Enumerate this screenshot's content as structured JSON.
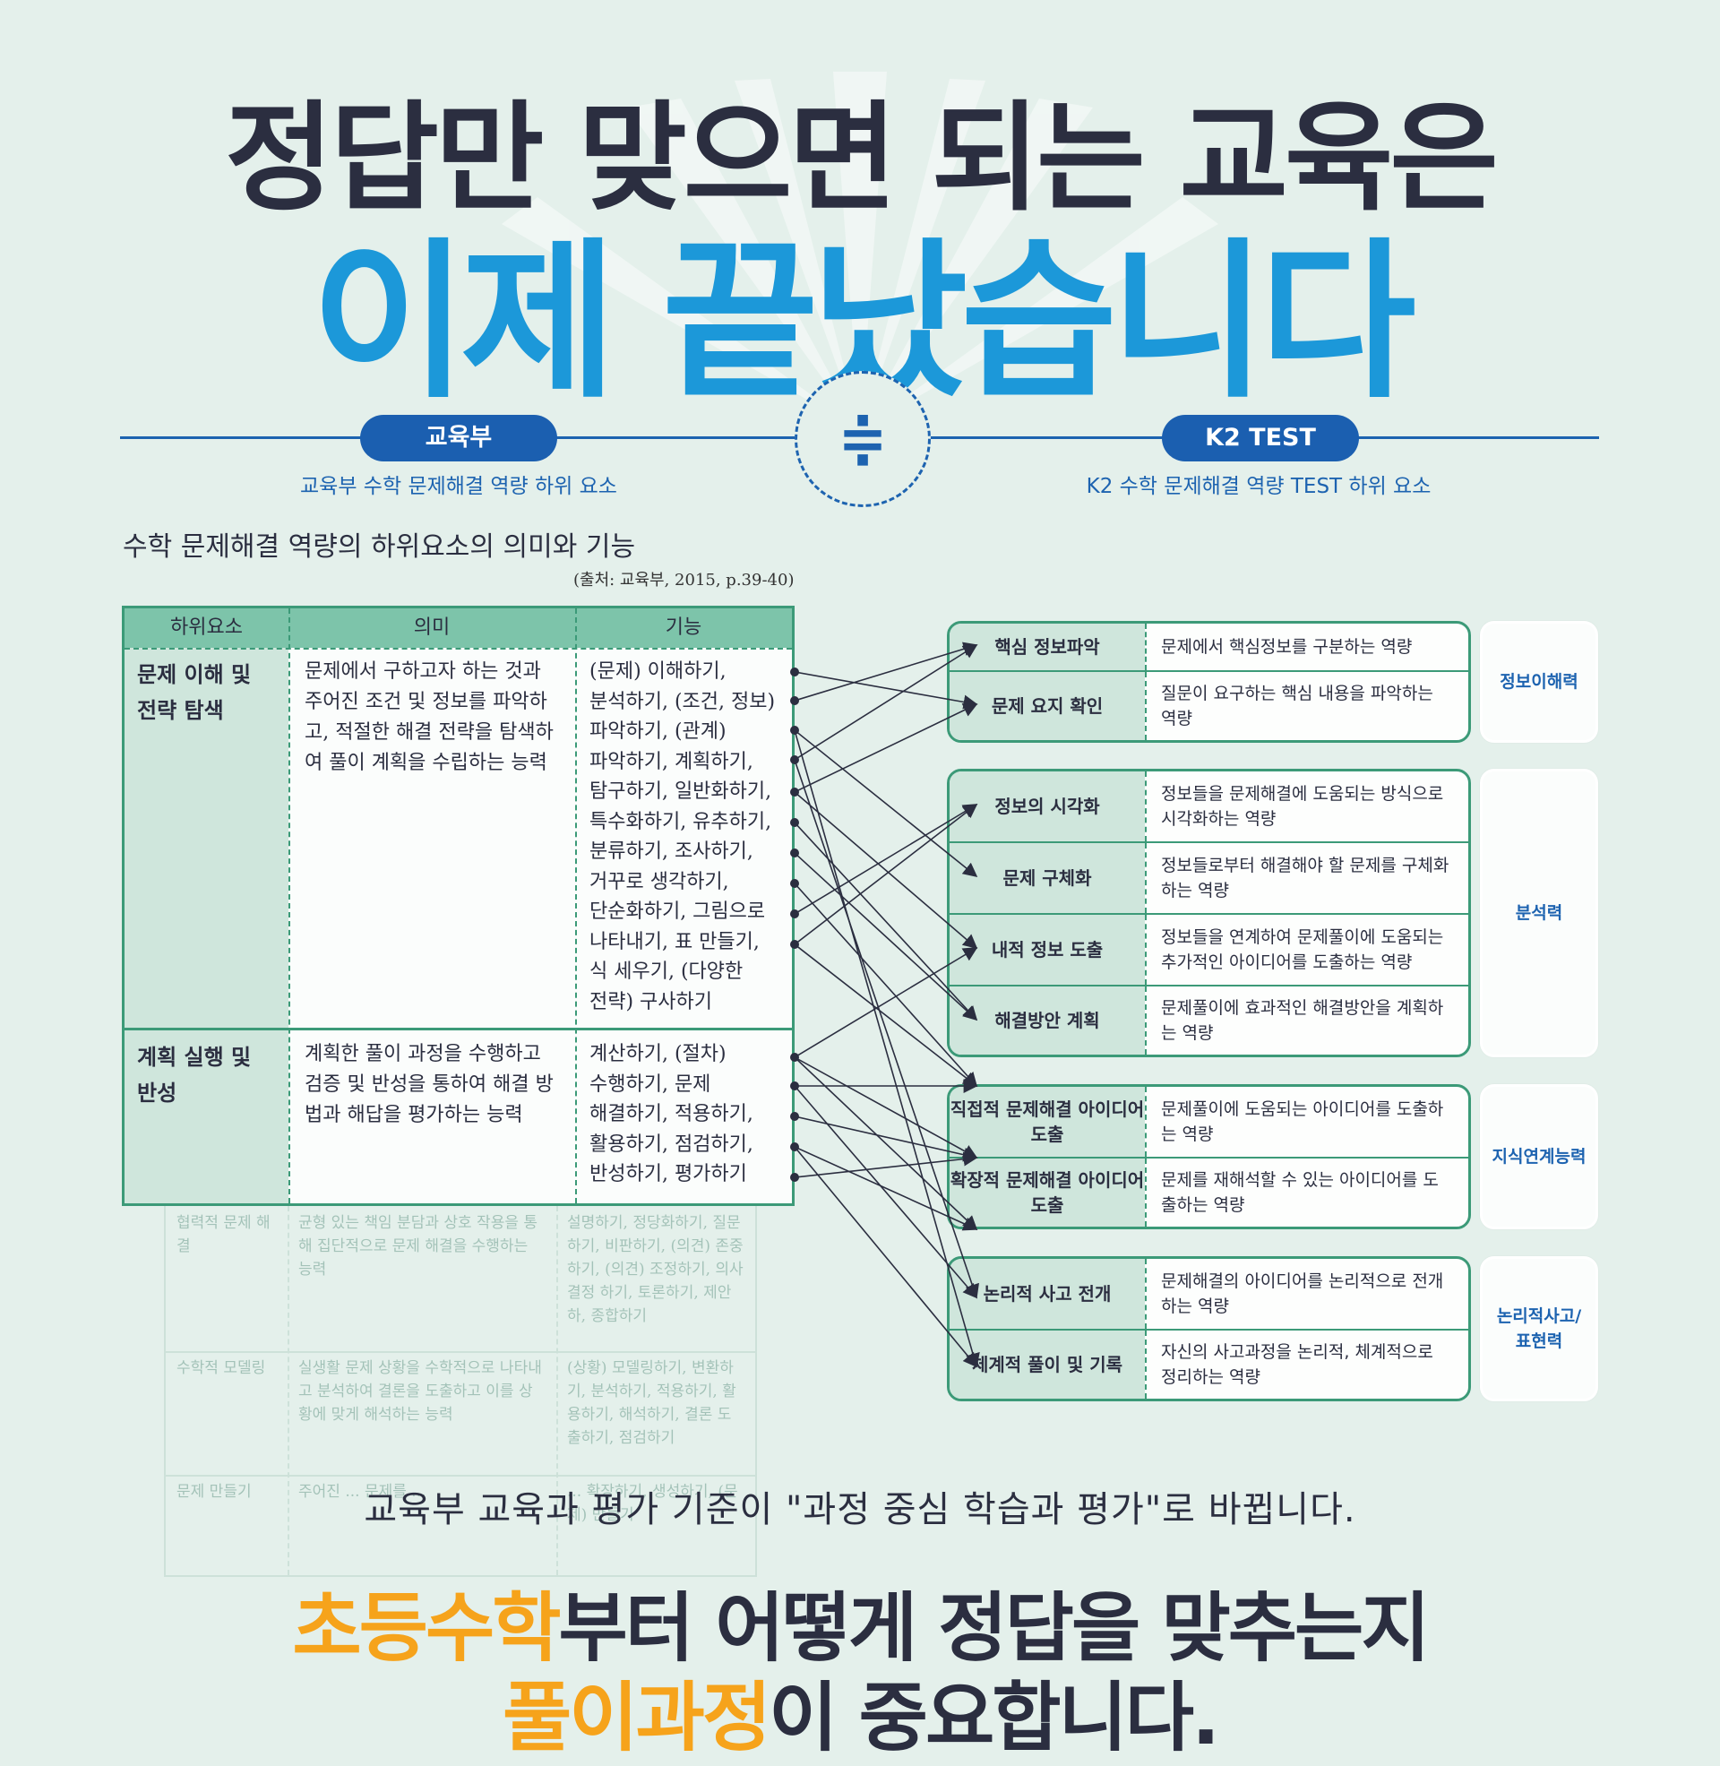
{
  "headline": {
    "line1": "정답만 맞으면 되는 교육은",
    "line2": "이제 끝났습니다"
  },
  "divider": {
    "symbol": "≑",
    "left_label": "교육부",
    "left_sub": "교육부 수학 문제해결 역량 하위 요소",
    "right_label": "K2 TEST",
    "right_sub": "K2 수학 문제해결 역량 TEST 하위 요소"
  },
  "table": {
    "title": "수학 문제해결 역량의 하위요소의 의미와 기능",
    "source": "(출처: 교육부, 2015, p.39-40)",
    "headers": [
      "하위요소",
      "의미",
      "기능"
    ],
    "rows": [
      {
        "name": "문제 이해 및 전략 탐색",
        "meaning": "문제에서 구하고자 하는 것과 주어진 조건 및 정보를 파악하고, 적절한 해결 전략을 탐색하여 풀이 계획을 수립하는 능력",
        "functions": [
          "(문제) 이해하기,",
          "분석하기, (조건, 정보)",
          "파악하기, (관계)",
          "파악하기, 계획하기,",
          "탐구하기, 일반화하기,",
          "특수화하기, 유추하기,",
          "분류하기, 조사하기,",
          "거꾸로 생각하기,",
          "단순화하기, 그림으로",
          "나타내기, 표 만들기,",
          "식 세우기, (다양한",
          "전략) 구사하기"
        ]
      },
      {
        "name": "계획 실행 및 반성",
        "meaning": "계획한 풀이 과정을 수행하고 검증 및 반성을 통하여 해결 방법과 해답을 평가하는 능력",
        "functions": [
          "계산하기, (절차)",
          "수행하기, 문제",
          "해결하기, 적용하기,",
          "활용하기, 점검하기,",
          "반성하기, 평가하기"
        ]
      }
    ],
    "faded_rows": [
      {
        "name": "협력적 문제 해결",
        "meaning": "균형 있는 책임 분담과 상호 작용을 통해 집단적으로 문제 해결을 수행하는 능력",
        "functions": "설명하기, 정당화하기, 질문하기, 비판하기, (의견) 존중하기, (의견) 조정하기, 의사 결정 하기, 토론하기, 제안하, 종합하기"
      },
      {
        "name": "수학적 모델링",
        "meaning": "실생활 문제 상황을 수학적으로 나타내고 분석하여 결론을 도출하고 이를 상황에 맞게 해석하는 능력",
        "functions": "(상황) 모델링하기, 변환하기, 분석하기, 적용하기, 활용하기, 해석하기, 결론 도출하기, 점검하기"
      },
      {
        "name": "문제 만들기",
        "meaning": "주어진 ... 문제를 ...",
        "functions": "... 확장하기, 생성하기, (문제) 만들기"
      }
    ]
  },
  "k2": {
    "groups": [
      {
        "category": "정보이해력",
        "items": [
          {
            "name": "핵심 정보파악",
            "desc": "문제에서 핵심정보를 구분하는 역량"
          },
          {
            "name": "문제 요지 확인",
            "desc": "질문이 요구하는 핵심 내용을 파악하는 역량"
          }
        ]
      },
      {
        "category": "분석력",
        "items": [
          {
            "name": "정보의 시각화",
            "desc": "정보들을 문제해결에 도움되는 방식으로 시각화하는 역량"
          },
          {
            "name": "문제 구체화",
            "desc": "정보들로부터 해결해야 할 문제를 구체화하는 역량"
          },
          {
            "name": "내적 정보 도출",
            "desc": "정보들을 연계하여 문제풀이에 도움되는 추가적인 아이디어를 도출하는 역량"
          },
          {
            "name": "해결방안 계획",
            "desc": "문제풀이에 효과적인 해결방안을 계획하는 역량"
          }
        ]
      },
      {
        "category": "지식연계능력",
        "items": [
          {
            "name": "직접적 문제해결 아이디어 도출",
            "desc": "문제풀이에 도움되는 아이디어를 도출하는 역량"
          },
          {
            "name": "확장적 문제해결 아이디어 도출",
            "desc": "문제를 재해석할 수 있는 아이디어를 도출하는 역량"
          }
        ]
      },
      {
        "category": "논리적사고/ 표현력",
        "items": [
          {
            "name": "논리적 사고 전개",
            "desc": "문제해결의 아이디어를 논리적으로 전개하는 역량"
          },
          {
            "name": "체계적 풀이 및 기록",
            "desc": "자신의 사고과정을 논리적, 체계적으로 정리하는 역량"
          }
        ]
      }
    ]
  },
  "bottom": {
    "handwritten": "교육부 교육과 평가 기준이 \"과정 중심 학습과 평가\"로 바뀝니다.",
    "line1_highlight": "초등수학",
    "line1_rest": "부터 어떻게 정답을 맞추는지",
    "line2_highlight": "풀이과정",
    "line2_rest": "이 중요합니다."
  },
  "colors": {
    "background": "#e4f0eb",
    "headline_dark": "#2b2e40",
    "headline_blue": "#1c98d9",
    "navy": "#1d63b0",
    "green": "#3c9a78",
    "highlight": "#f6a31b"
  }
}
